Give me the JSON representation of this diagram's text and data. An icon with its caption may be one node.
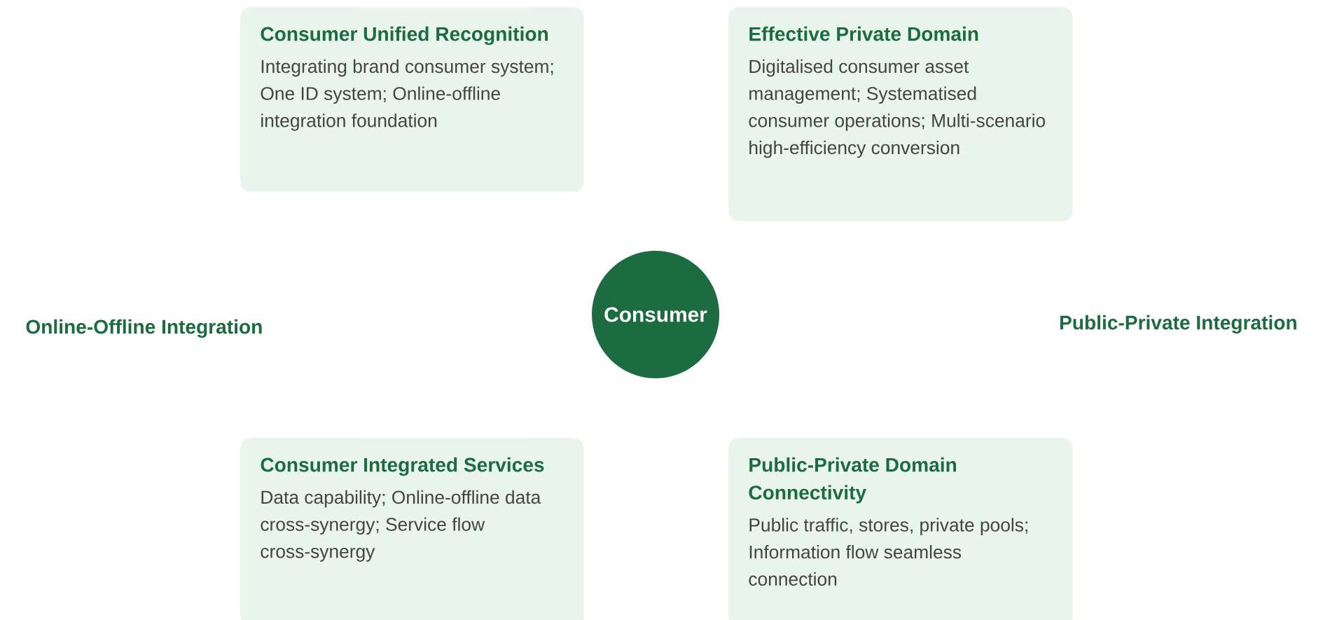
{
  "diagram": {
    "nodes": [
      {
        "text": [
          "Consumer Unified Recognition",
          "Integrating brand consumer system; One ID system; Online-offline integration foundation"
        ]
      },
      {
        "text": [
          "Effective Private Domain",
          "Digitalised consumer asset management; Systematised consumer operations; Multi-scenario high-efficiency conversion"
        ]
      },
      {
        "text": [
          "Consumer"
        ]
      },
      {
        "text": [
          "Consumer Integrated Services",
          "Data capability; Online-offline data cross-synergy; Service flow cross-synergy"
        ]
      },
      {
        "text": [
          "Public-Private Domain Connectivity",
          "Public traffic, stores, private pools; Information flow seamless connection"
        ]
      }
    ],
    "labels": [
      "Online-Offline Integration",
      "Public-Private Integration"
    ]
  }
}
